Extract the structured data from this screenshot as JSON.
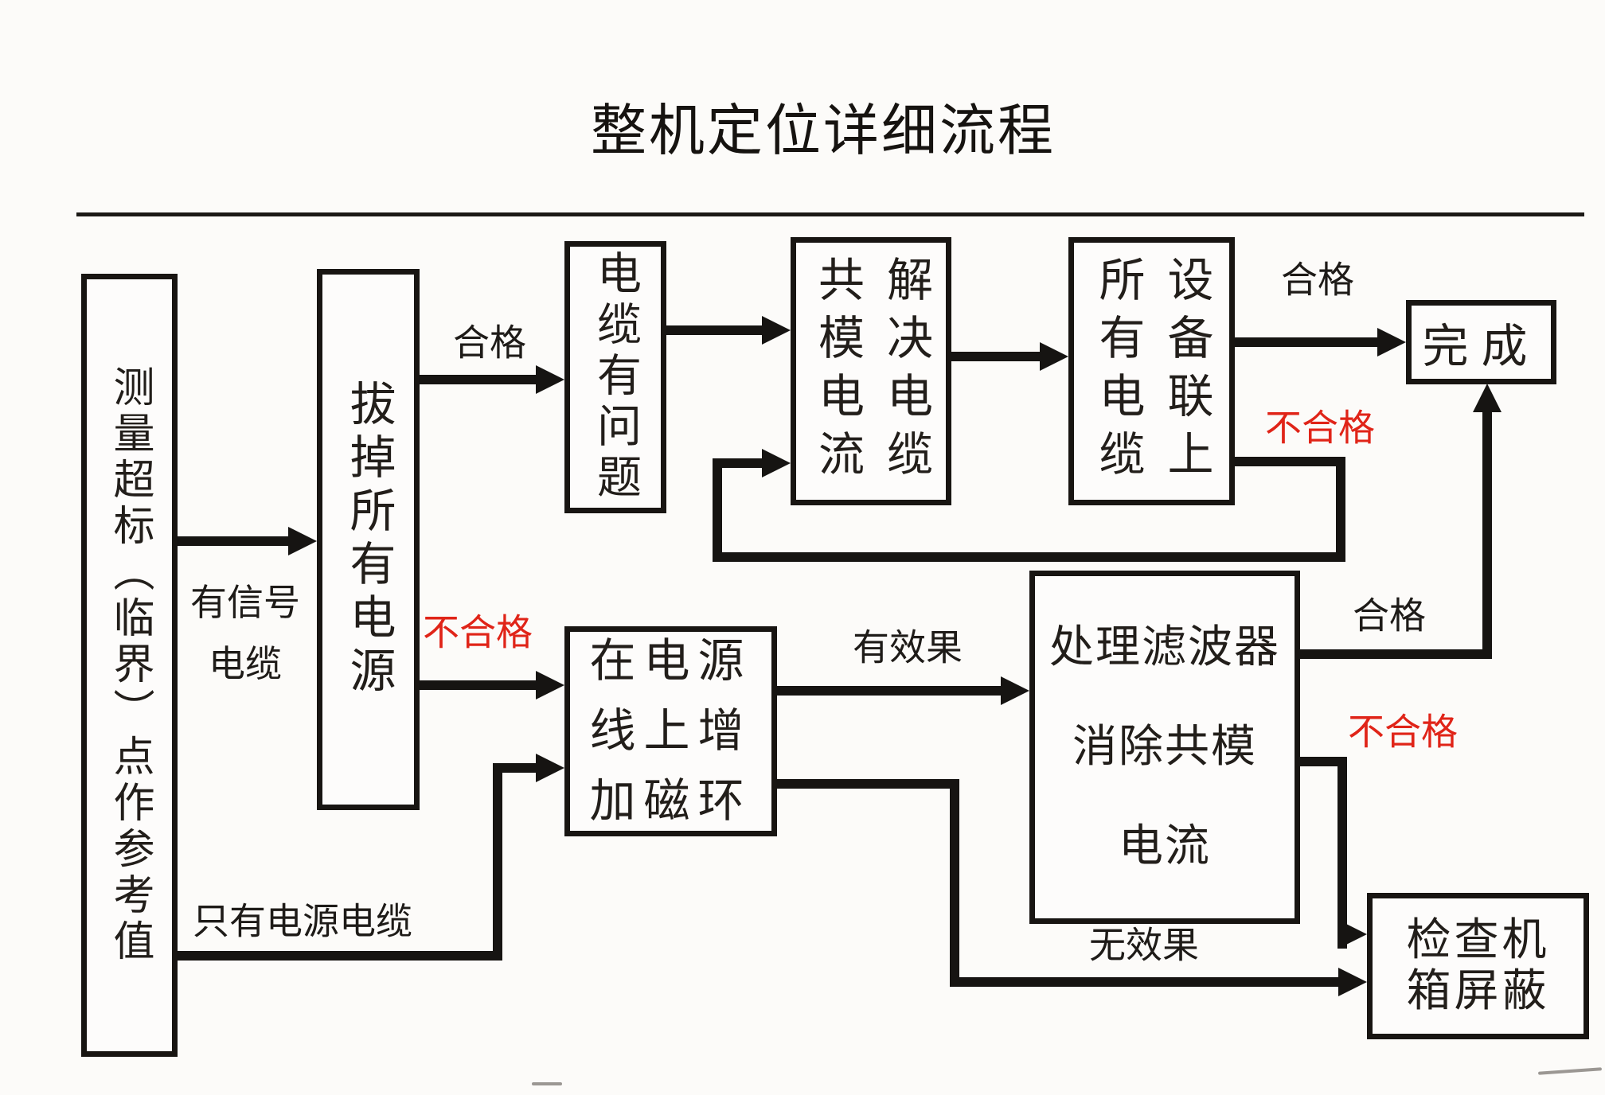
{
  "title": "整机定位详细流程",
  "colors": {
    "background": "#fcfbf9",
    "line": "#161412",
    "box_border": "#181512",
    "label_red": "#e02418",
    "text": "#221e1a"
  },
  "nodes": {
    "measure": {
      "text": "测量超标（临界）点作参考值"
    },
    "unplug": {
      "text": "拔掉所有电源"
    },
    "cable_problem": {
      "text": "电缆有问题"
    },
    "solve_common_mode": {
      "text": "解决电缆\n共模电流"
    },
    "connect_all": {
      "text": "设备联上\n所有电缆"
    },
    "done": {
      "text": "完成"
    },
    "add_magnet_ring": {
      "text": "在电源\n线上增\n加磁环"
    },
    "handle_filter": {
      "text": "处理滤波器\n消除共模\n电流"
    },
    "check_shield": {
      "text": "检查机\n箱屏蔽"
    }
  },
  "labels": {
    "signal_cable": {
      "text": "有信号\n电缆"
    },
    "pass_unplug": {
      "text": "合格"
    },
    "fail_unplug": {
      "text": "不合格"
    },
    "pass_connect": {
      "text": "合格"
    },
    "fail_connect": {
      "text": "不合格"
    },
    "has_effect": {
      "text": "有效果"
    },
    "pass_filter": {
      "text": "合格"
    },
    "fail_filter": {
      "text": "不合格"
    },
    "no_effect": {
      "text": "无效果"
    },
    "power_cable_only": {
      "text": "只有电源电缆"
    }
  }
}
